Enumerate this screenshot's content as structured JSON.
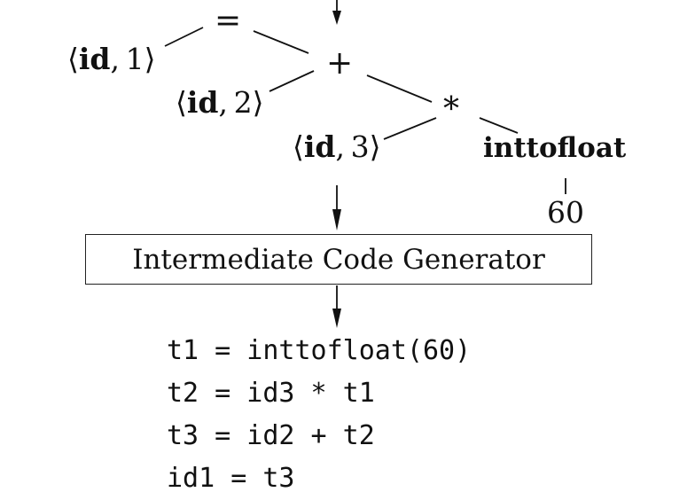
{
  "tree": {
    "assign_op": "=",
    "plus_op": "+",
    "mult_op": "*",
    "leaf1": {
      "kw": "id",
      "num": "1"
    },
    "leaf2": {
      "kw": "id",
      "num": "2"
    },
    "leaf3": {
      "kw": "id",
      "num": "3"
    },
    "conv_fn": "inttofloat",
    "const": "60"
  },
  "box_label": "Intermediate Code Generator",
  "code_lines": [
    "t1 = inttofloat(60)",
    "t2 = id3 * t1",
    "t3 = id2 + t2",
    "id1 = t3"
  ]
}
